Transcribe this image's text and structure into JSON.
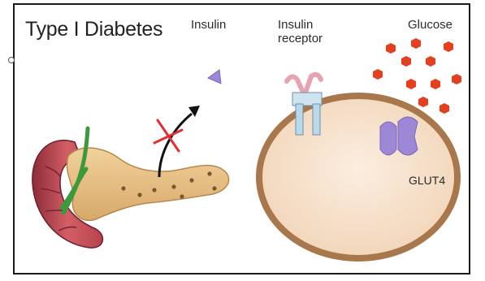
{
  "title": "Type I Diabetes",
  "labels": {
    "insulin": "Insulin",
    "insulin_receptor": "Insulin receptor",
    "glucose": "Glucose",
    "glut4": "GLUT4"
  },
  "colors": {
    "cell_fill": "#f6dfc8",
    "cell_border": "#a8784c",
    "insulin": "#9b86d8",
    "glucose": "#e3401f",
    "glut4": "#9c88d6",
    "receptor": "#b9d8ec",
    "receptor_top": "#e7a3b2",
    "pancreas": "#e9c287",
    "duodenum": "#c4545c",
    "duct": "#3c9a3a",
    "blocked_cross": "#e23030"
  }
}
